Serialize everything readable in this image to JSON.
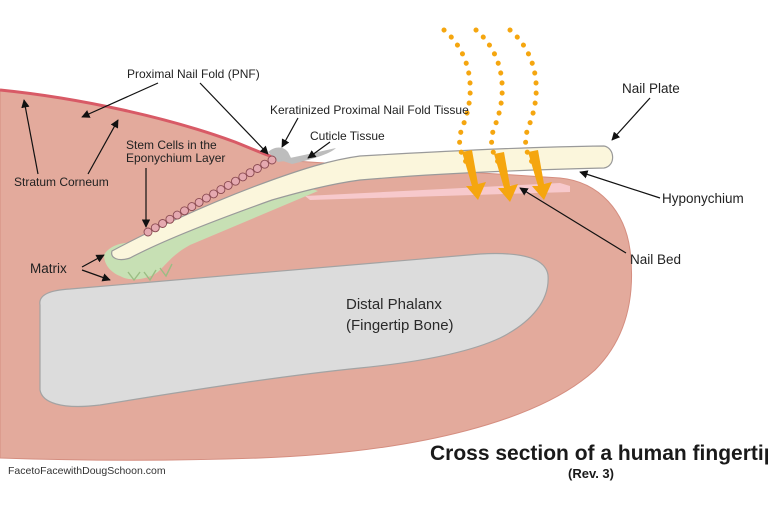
{
  "colors": {
    "skin": "#e3aa9c",
    "skin_edge": "#d58e80",
    "stratum_corneum": "#d85a66",
    "nail_plate": "#fbf6dc",
    "nail_plate_edge": "#9a9a9a",
    "matrix": "#c7e0b4",
    "nail_bed": "#f7c9cc",
    "bone": "#dcdcdc",
    "bone_edge": "#a3a3a3",
    "stem_cells": "#e5a9b0",
    "cuticle": "#bdbdbd",
    "arrows": "#f5a60f"
  },
  "labels": {
    "pnf": "Proximal Nail Fold (PNF)",
    "keratinized": "Keratinized Proximal Nail Fold Tissue",
    "cuticle": "Cuticle Tissue",
    "nail_plate": "Nail Plate",
    "stem_cells_line1": "Stem Cells in the",
    "stem_cells_line2": "Eponychium Layer",
    "stratum_corneum": "Stratum Corneum",
    "hyponychium": "Hyponychium",
    "matrix": "Matrix",
    "nail_bed": "Nail Bed",
    "bone_line1": "Distal Phalanx",
    "bone_line2": "(Fingertip Bone)"
  },
  "title": "Cross section of a human fingertip",
  "subtitle": "(Rev. 3)",
  "credit": "FacetoFacewithDougSchoon.com"
}
